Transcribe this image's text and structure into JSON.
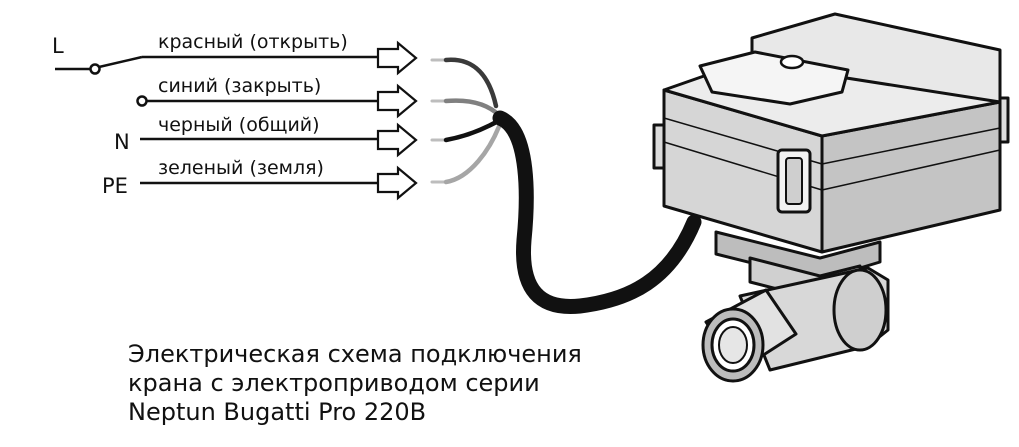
{
  "terminals": {
    "line": "L",
    "neutral": "N",
    "earth": "PE"
  },
  "wires": [
    {
      "label": "красный (открыть)",
      "color": "#3a3a3a"
    },
    {
      "label": "синий (закрыть)",
      "color": "#808080"
    },
    {
      "label": "черный (общий)",
      "color": "#111111"
    },
    {
      "label": "зеленый (земля)",
      "color": "#a6a6a6"
    }
  ],
  "caption": {
    "line1": "Электрическая схема подключения",
    "line2": "крана с электроприводом серии",
    "line3": "Neptun Bugatti Pro 220В"
  }
}
